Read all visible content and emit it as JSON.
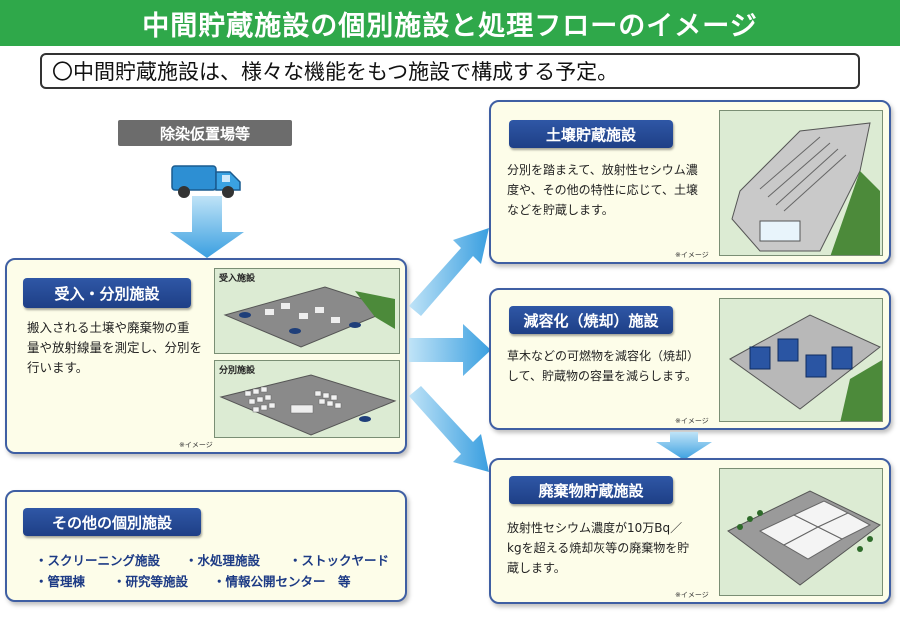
{
  "title": "中間貯蔵施設の個別施設と処理フローのイメージ",
  "subtitle": "〇中間貯蔵施設は、様々な機能をもつ施設で構成する予定。",
  "source": {
    "label": "除染仮置場等",
    "truck_icon": "truck-icon"
  },
  "reception": {
    "label": "受入・分別施設",
    "description_lines": [
      "搬入される土壌や廃棄物の重",
      "量や放射線量を測定し、分別を",
      "行います。"
    ],
    "image1_caption": "受入施設",
    "image2_caption": "分別施設",
    "note": "※イメージ"
  },
  "soil": {
    "label": "土壌貯蔵施設",
    "description_lines": [
      "分別を踏まえて、放射性セシウム濃",
      "度や、その他の特性に応じて、土壌",
      "などを貯蔵します。"
    ],
    "note": "※イメージ"
  },
  "incineration": {
    "label": "減容化（焼却）施設",
    "description_lines": [
      "草木などの可燃物を減容化（焼却）",
      "して、貯蔵物の容量を減らします。"
    ],
    "note": "※イメージ"
  },
  "waste": {
    "label": "廃棄物貯蔵施設",
    "description_lines": [
      "放射性セシウム濃度が10万Bq／",
      "kgを超える焼却灰等の廃棄物を貯",
      "蔵します。"
    ],
    "note": "※イメージ"
  },
  "other": {
    "label": "その他の個別施設",
    "items_row1": [
      "・スクリーニング施設",
      "・水処理施設",
      "・ストックヤード"
    ],
    "items_row2": [
      "・管理棟",
      "・研究等施設",
      "・情報公開センター　等"
    ]
  },
  "colors": {
    "title_bg": "#2fa84a",
    "label_blue": "#2f57a6",
    "panel_bg": "#fdfde9",
    "arrow_blue": "#4aa6e0"
  }
}
